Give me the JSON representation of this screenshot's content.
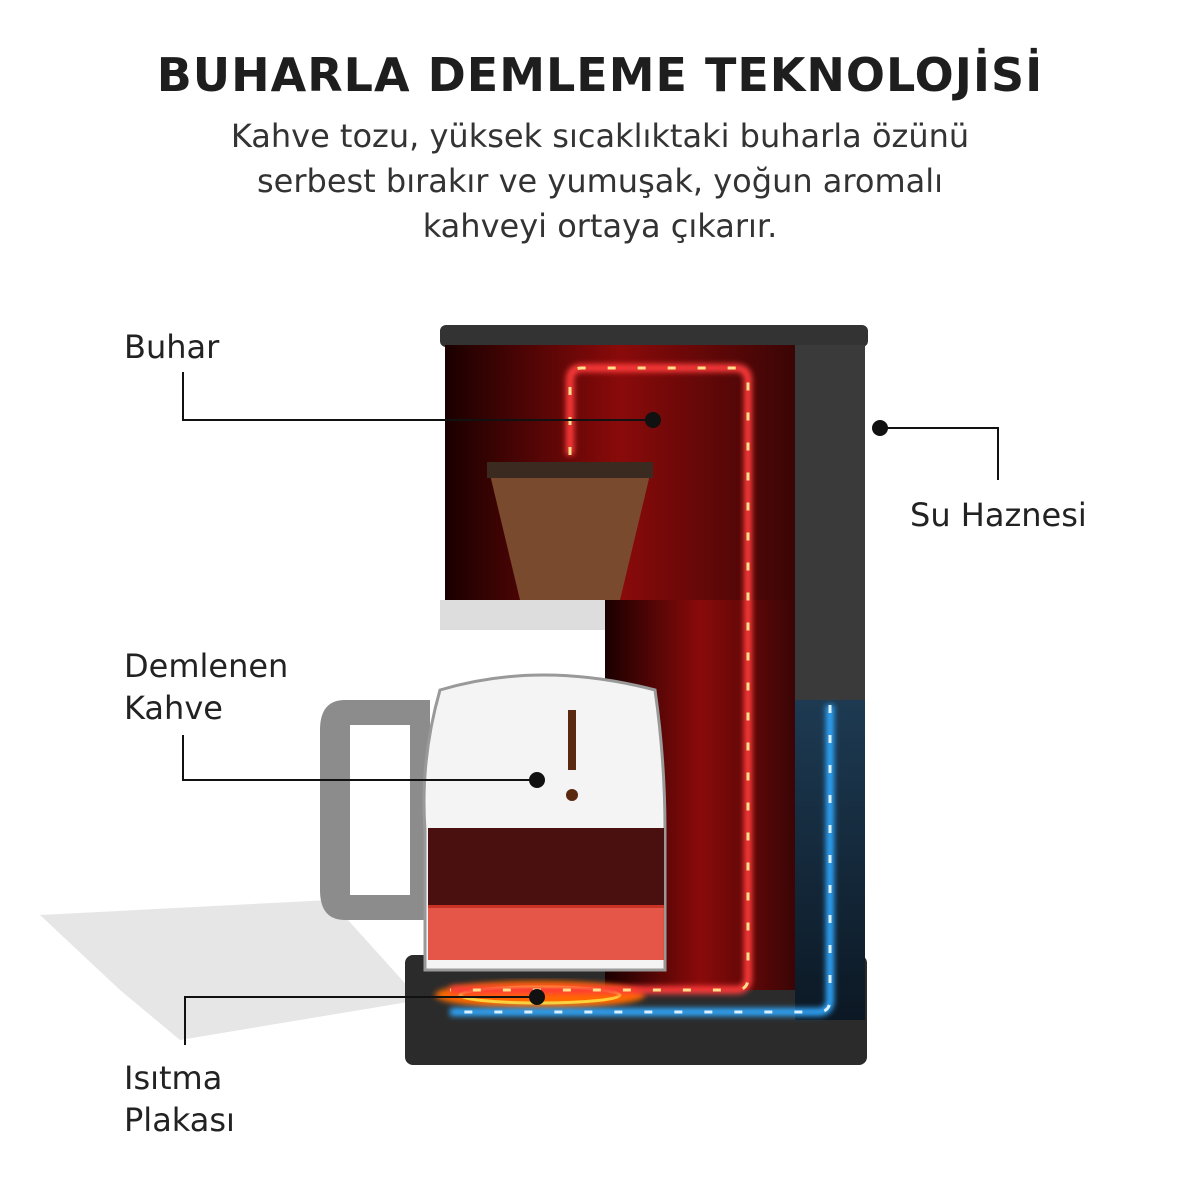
{
  "header": {
    "title": "BUHARLA DEMLEME TEKNOLOJİSİ",
    "subtitle_lines": [
      "Kahve tozu, yüksek sıcaklıktaki buharla özünü",
      "serbest bırakır ve yumuşak, yoğun aromalı",
      "kahveyi ortaya çıkarır."
    ]
  },
  "labels": {
    "steam": "Buhar",
    "water_tank": "Su Haznesi",
    "brewed_coffee": [
      "Demlenen",
      "Kahve"
    ],
    "heating_plate": [
      "Isıtma",
      "Plakası"
    ]
  },
  "colors": {
    "hot_path": "#ff3b3b",
    "cold_path": "#2fa8ff",
    "body": "#2a2a2a"
  }
}
